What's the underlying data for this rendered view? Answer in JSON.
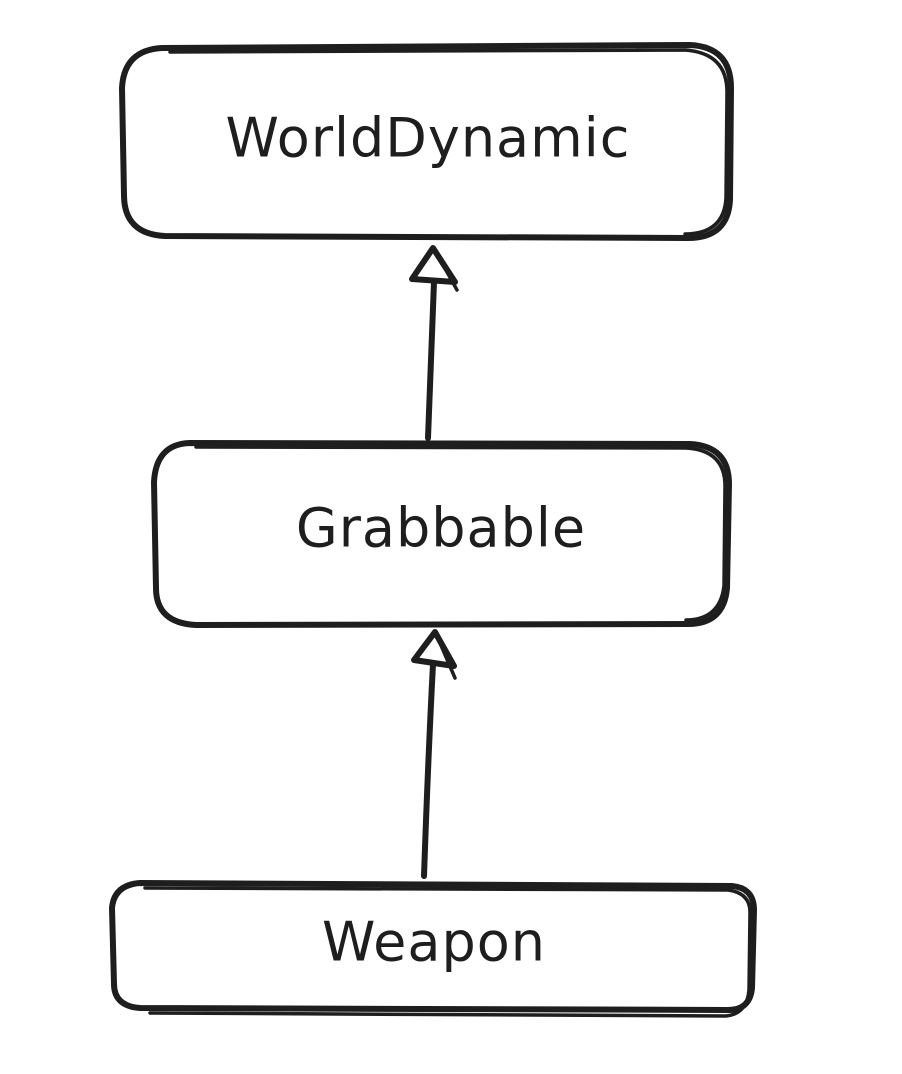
{
  "diagram": {
    "nodes": [
      {
        "id": "world-dynamic",
        "label": "WorldDynamic"
      },
      {
        "id": "grabbable",
        "label": "Grabbable"
      },
      {
        "id": "weapon",
        "label": "Weapon"
      }
    ],
    "edges": [
      {
        "from": "grabbable",
        "to": "world-dynamic",
        "type": "inheritance"
      },
      {
        "from": "weapon",
        "to": "grabbable",
        "type": "inheritance"
      }
    ],
    "colors": {
      "stroke": "#1e1e1e",
      "background": "#ffffff"
    }
  }
}
